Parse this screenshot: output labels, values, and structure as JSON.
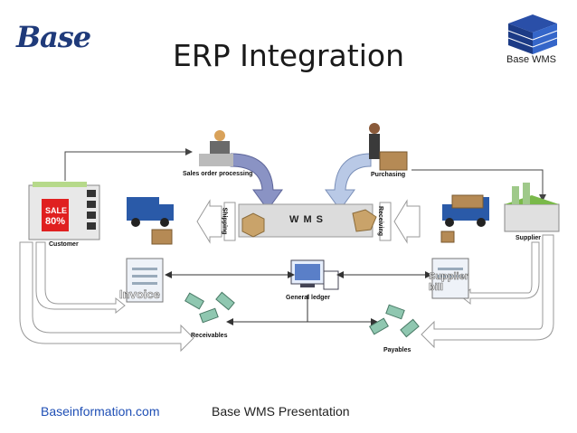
{
  "header": {
    "title": "ERP Integration",
    "logo_text": "Base",
    "brand_label": "Base WMS"
  },
  "diagram": {
    "center_label": "W M S",
    "shipping": "Shipping",
    "receiving": "Receiving",
    "sales_order_processing": "Sales order processing",
    "purchasing": "Purchasing",
    "customer": "Customer",
    "supplier": "Supplier",
    "sale_sign_line1": "SALE",
    "sale_sign_line2": "80%",
    "invoice": "Invoice",
    "supplier_bill": "Supplier bill",
    "general_ledger": "General ledger",
    "receivables": "Receivables",
    "payables": "Payables"
  },
  "footer": {
    "website": "Baseinformation.com",
    "presentation": "Base WMS Presentation"
  }
}
